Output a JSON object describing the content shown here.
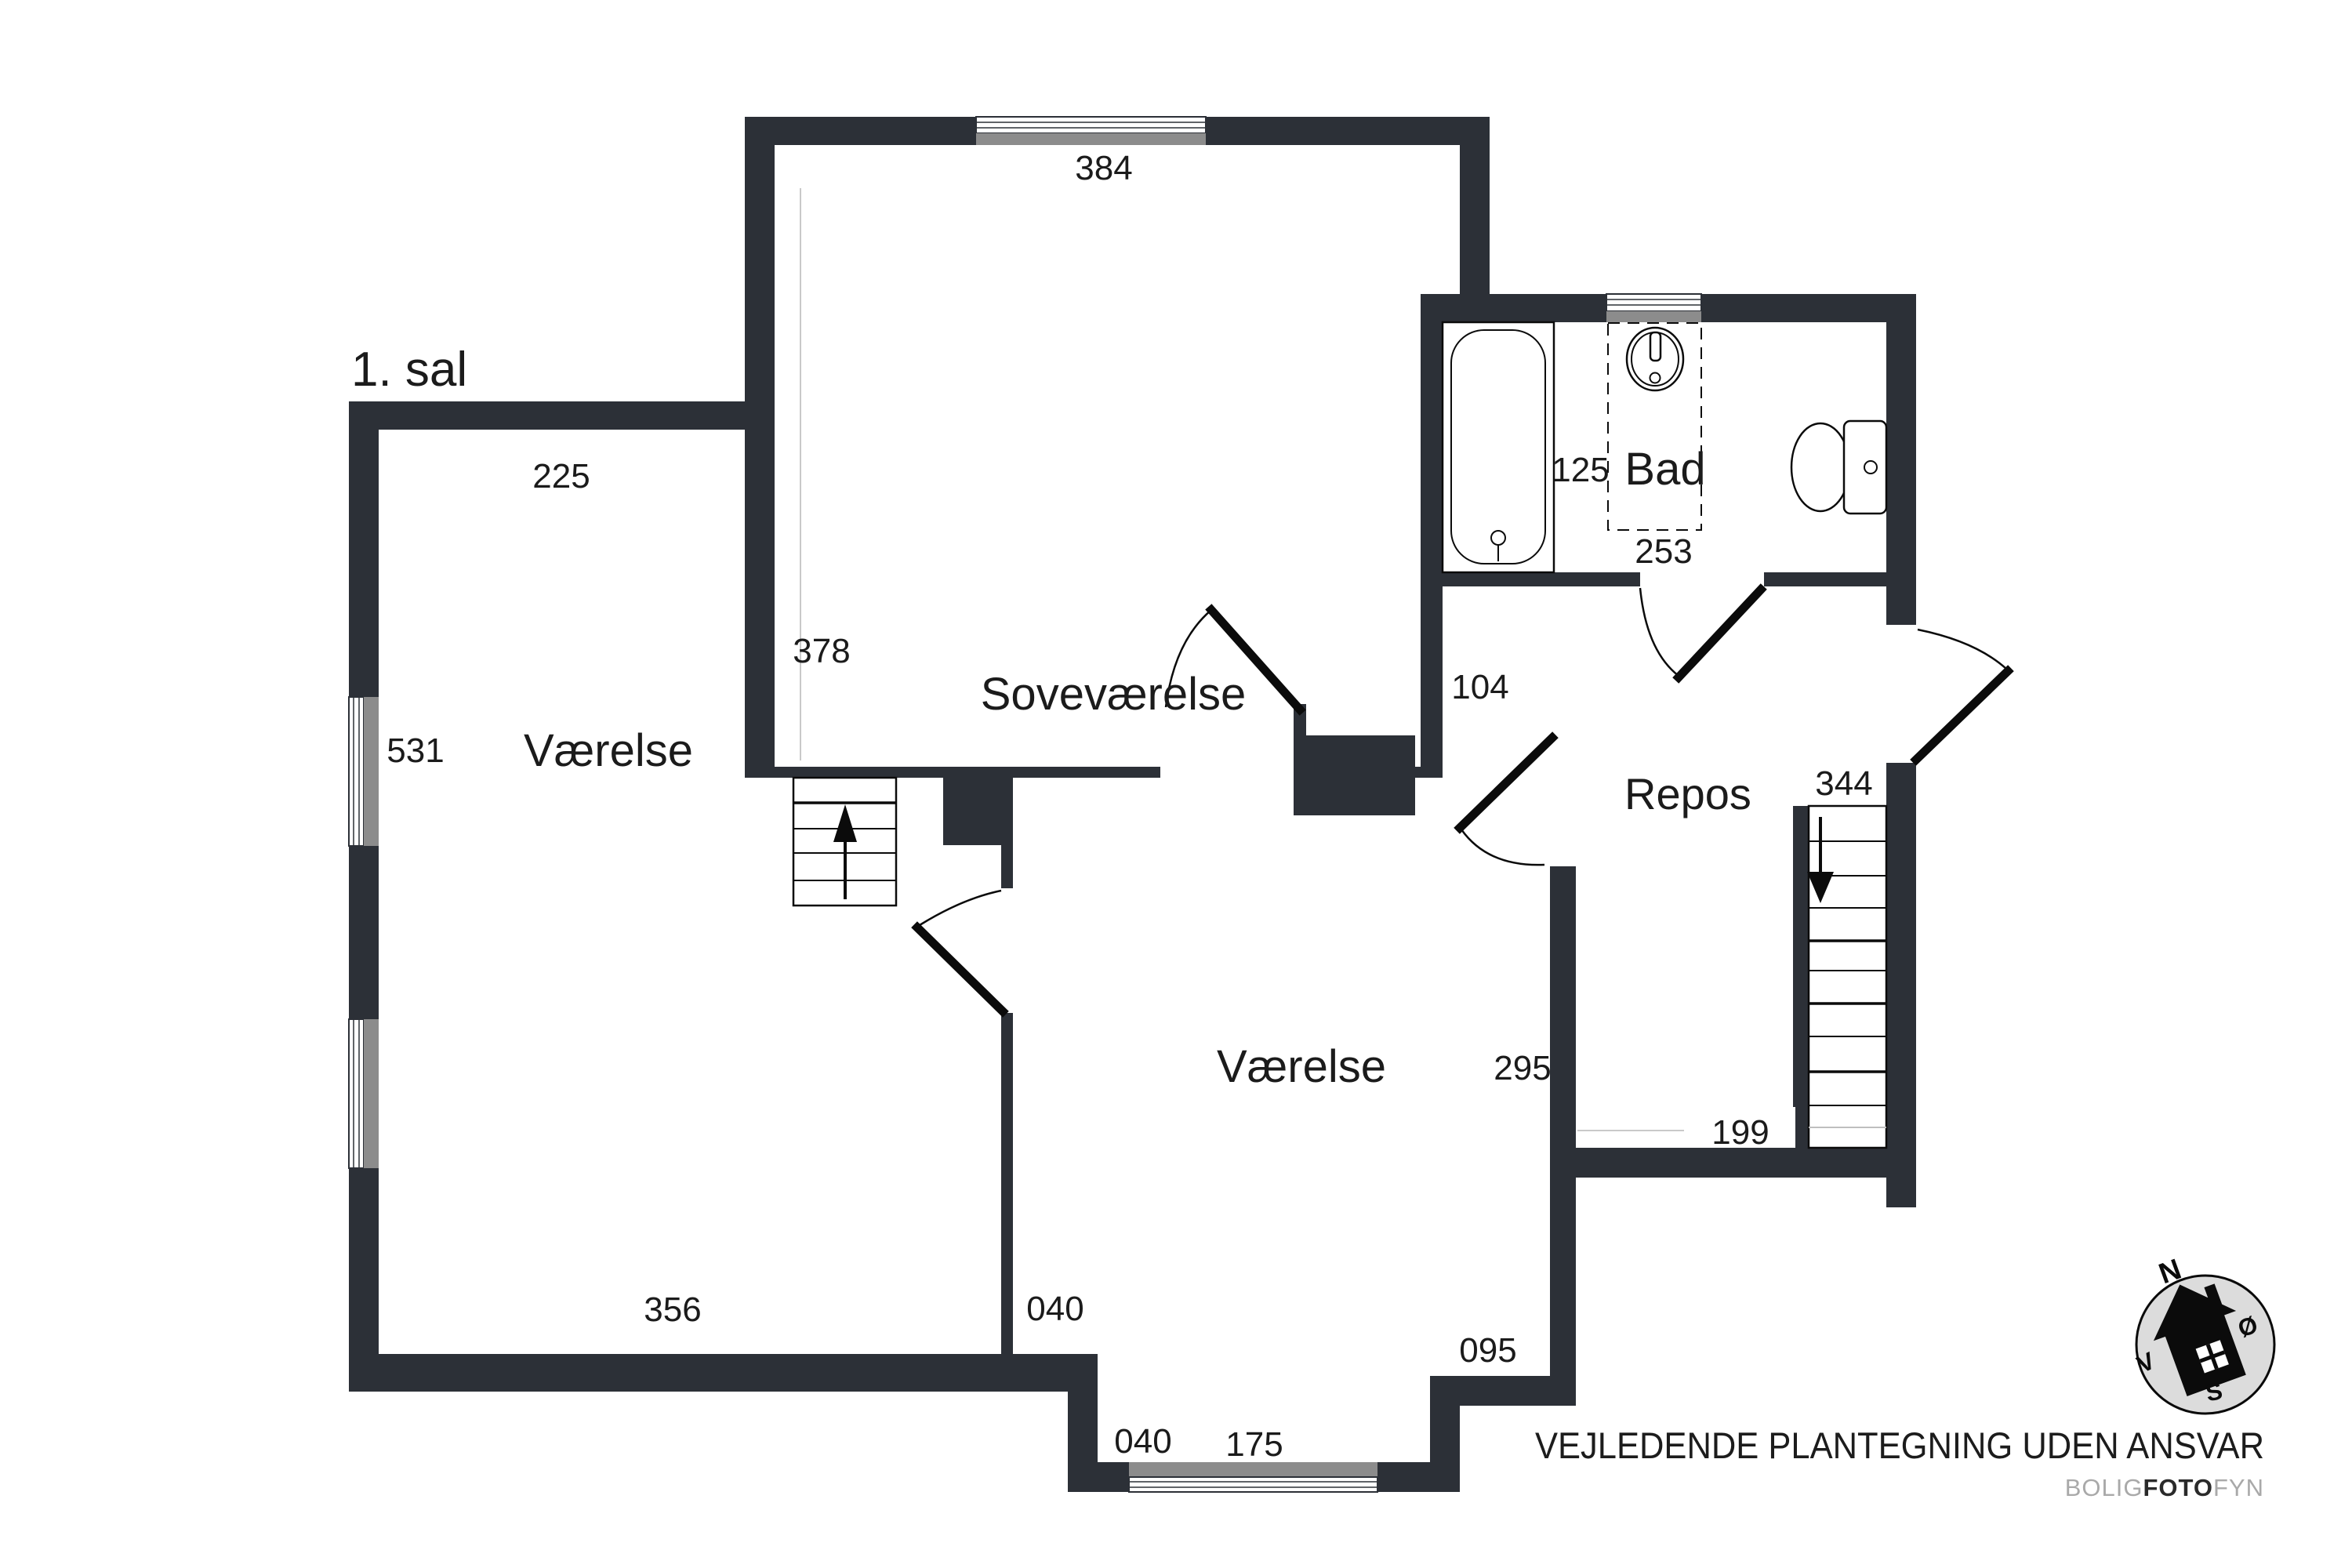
{
  "labels": {
    "floor": "1. sal",
    "room_left": "Værelse",
    "bedroom": "Soveværelse",
    "room_bottom": "Værelse",
    "bathroom": "Bad",
    "landing": "Repos",
    "dim_top_left_width": "225",
    "dim_bedroom_width": "384",
    "dim_bedroom_height": "378",
    "dim_left_room_height": "531",
    "dim_left_room_bottom_width": "356",
    "dim_bath_left_section": "125",
    "dim_bath_width": "253",
    "dim_hall_width": "104",
    "dim_landing_height": "344",
    "dim_bottom_room_height": "295",
    "dim_stairs_length": "199",
    "dim_step_a": "040",
    "dim_step_b": "040",
    "dim_bottom_window_width": "175",
    "dim_step_right": "095"
  },
  "compass": {
    "north": "N",
    "east": "Ø",
    "south": "S",
    "west": "V"
  },
  "footer": {
    "disclaimer": "VEJLEDENDE PLANTEGNING UDEN ANSVAR",
    "brand_bolig": "BOLIG",
    "brand_foto": "FOTO",
    "brand_fyn": "FYN"
  },
  "colors": {
    "wall": "#2c3037",
    "text": "#1b1b1b",
    "window_sill": "#8c8c8c",
    "window_glass": "#ffffff",
    "compass_disc": "#dcdcdc",
    "brand_gray": "#a9a9a9"
  }
}
